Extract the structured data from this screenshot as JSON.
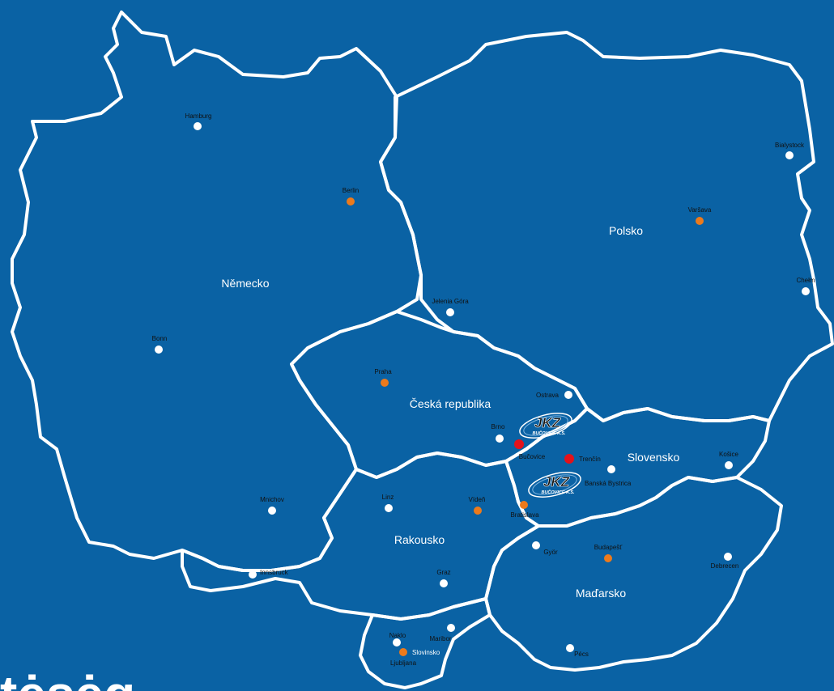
{
  "colors": {
    "background": "#0a62a4",
    "border": "#ffffff",
    "capital": "#ec7a1c",
    "city": "#ffffff",
    "company": "#e3121b"
  },
  "countries": {
    "germany": "Německo",
    "poland": "Polsko",
    "czech": "Česká republika",
    "slovakia": "Slovensko",
    "austria": "Rakousko",
    "hungary": "Maďarsko"
  },
  "cities": {
    "hamburg": "Hamburg",
    "berlin": "Berlin",
    "bonn": "Bonn",
    "mnichov": "Mnichov",
    "innsbruck": "Innsbruck",
    "bialystock": "Bialystock",
    "varsava": "Varšava",
    "chelm": "Chełm",
    "jelenia": "Jelenia Góra",
    "praha": "Praha",
    "ostrava": "Ostrava",
    "brno": "Brno",
    "bucovice": "Bučovice",
    "trencin": "Trenčín",
    "kosice": "Košice",
    "banska": "Banská Bystrica",
    "bratislava": "Bratislava",
    "linz": "Linz",
    "viden": "Vídeň",
    "graz": "Graz",
    "gyor": "Györ",
    "budapest": "Budapešť",
    "debrecen": "Debrecen",
    "pecs": "Pécs",
    "naklo": "Naklo",
    "maribor": "Maribor",
    "slovinsko": "Slovinsko",
    "ljubljana": "Ljubljana"
  },
  "logo": {
    "main": "JKZ",
    "sub": "BUČOVICE A.S."
  },
  "corner_text": "tėsėg"
}
